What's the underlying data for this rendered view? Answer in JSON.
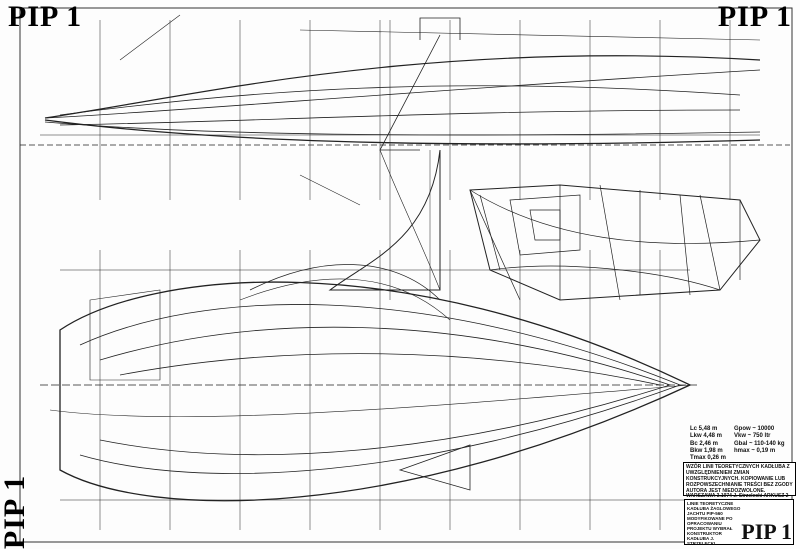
{
  "titles": {
    "top_left": "PIP 1",
    "top_right": "PIP 1",
    "bottom_left": "PIP 1"
  },
  "specs": {
    "left": [
      "Lc  5,48 m",
      "Lkw 4,48 m",
      "Bc  2,46 m",
      "Bkw 1,98 m",
      "Tmax 0,26 m"
    ],
    "right": [
      "Gpow ~ 10000",
      "Vkw ~ 750 ltr",
      "Gbal ~ 110-140 kg",
      "hmax ~ 0,19 m"
    ]
  },
  "note": "WZÓR LINII TEORETYCZNYCH KADŁUBA Z UWZGLĘDNIENIEM ZMIAN KONSTRUKCYJNYCH. KOPIOWANIE LUB ROZPOWSZECHNIANIE TREŚCI BEZ ZGODY AUTORA JEST NIEDOZWOLONE.",
  "sign_row": "WARSZAWA 3.1974   J. Strzelecki   ARKUSZ 2",
  "title_block": {
    "text": "LINIE TEORETYCZNE KADŁUBA ŻAGLOWEGO JACHTU PIP-560 MODYFIKOWANE PO OPRACOWANIU PROJEKTU WYBRAŁ KONSTRUKTOR KADŁUBA J. STRZELECKI",
    "mark": "PIP 1"
  }
}
